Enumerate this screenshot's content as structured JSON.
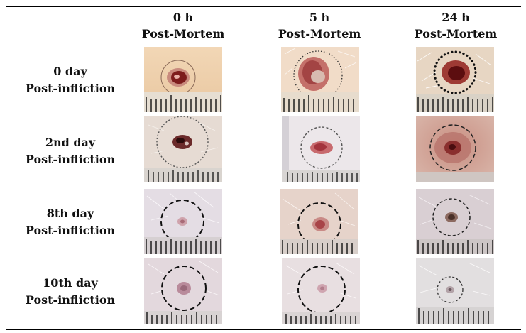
{
  "table": {
    "columns": [
      {
        "line1": "0 h",
        "line2": "Post-Mortem"
      },
      {
        "line1": "5 h",
        "line2": "Post-Mortem"
      },
      {
        "line1": "24 h",
        "line2": "Post-Mortem"
      }
    ],
    "rows": [
      {
        "line1": "0 day",
        "line2": "Post-infliction"
      },
      {
        "line1": "2nd day",
        "line2": "Post-infliction"
      },
      {
        "line1": "8th day",
        "line2": "Post-infliction"
      },
      {
        "line1": "10th day",
        "line2": "Post-infliction"
      }
    ]
  }
}
